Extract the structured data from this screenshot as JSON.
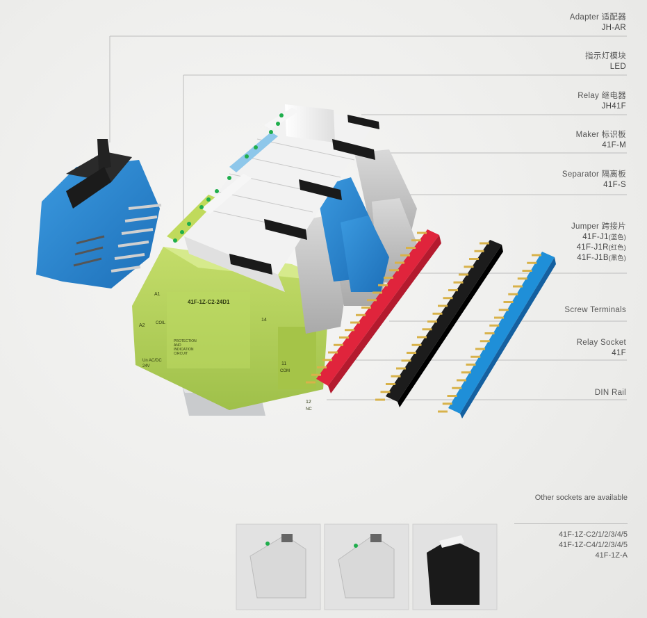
{
  "labels": [
    {
      "name": "Adapter 适配器",
      "code": "JH-AR"
    },
    {
      "name": "指示灯模块",
      "code": "LED"
    },
    {
      "name": "Relay 继电器",
      "code": "JH41F"
    },
    {
      "name": "Maker 标识板",
      "code": "41F-M"
    },
    {
      "name": "Separator 隔离板",
      "code": "41F-S"
    },
    {
      "name": "Jumper 跨接片",
      "codes": [
        "41F-J1",
        "41F-J1R",
        "41F-J1B"
      ],
      "code_notes": [
        "(蓝色)",
        "(红色)",
        "(黑色)"
      ]
    },
    {
      "name": "Screw Terminals"
    },
    {
      "name": "Relay Socket",
      "code": "41F"
    },
    {
      "name": "DIN Rail"
    }
  ],
  "product_text": {
    "model": "41F-1Z-C2-24D1",
    "a1": "A1",
    "a2": "A2",
    "coil": "COIL",
    "protection": [
      "PROTECTION",
      "AND",
      "INDICATION",
      "CIRCUIT"
    ],
    "voltage": [
      "Un AC/DC",
      "24V"
    ],
    "t14": "14",
    "t11": "11",
    "com": "COM",
    "t12": "12",
    "nc": "NC"
  },
  "other": {
    "title": "Other sockets are available",
    "items": [
      "41F-1Z-C2/1/2/3/4/5",
      "41F-1Z-C4/1/2/3/4/5",
      "41F-1Z-A"
    ]
  },
  "colors": {
    "socket_green": "#b6d35a",
    "blue": "#2d8fd6",
    "jumper_red": "#e0243c",
    "jumper_black": "#1c1c1c",
    "jumper_blue": "#1f8fd8",
    "gold_pin": "#d8b24a"
  }
}
